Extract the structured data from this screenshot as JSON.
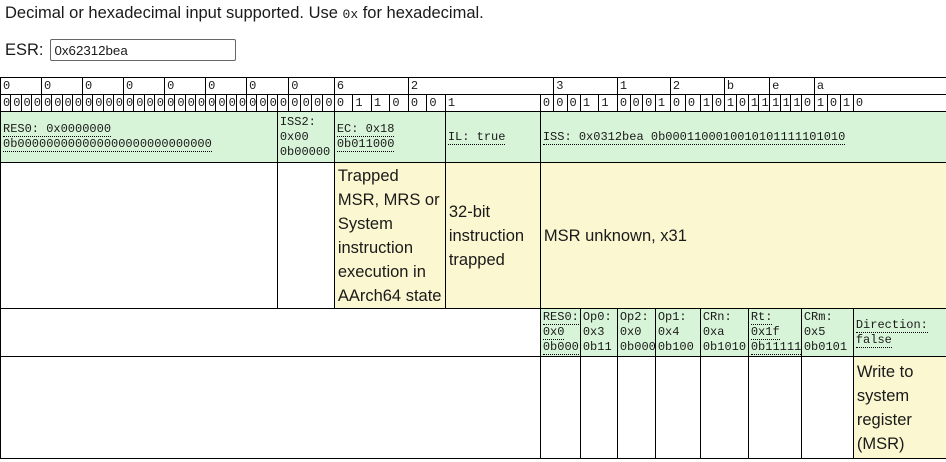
{
  "intro": {
    "prefix": "Decimal or hexadecimal input supported. Use ",
    "code": "0x",
    "suffix": " for hexadecimal."
  },
  "esr": {
    "label": "ESR:",
    "value": "0x62312bea"
  },
  "colors": {
    "field_bg": "#d8f4d8",
    "desc_bg": "#fbf7d0",
    "border": "#000000"
  },
  "table": {
    "hex_digits": [
      "0",
      "0",
      "0",
      "0",
      "0",
      "0",
      "0",
      "0",
      "6",
      "2",
      "3",
      "1",
      "2",
      "b",
      "e",
      "a"
    ],
    "bits": "0000000000000000000000000000000001100010001100010010101111101010",
    "col_groups": [
      {
        "n": 27,
        "w": 10.26
      },
      {
        "n": 5,
        "w": 11.4
      },
      {
        "n": 6,
        "w": 18.5
      },
      {
        "n": 1,
        "w": 95
      },
      {
        "n": 3,
        "w": 13.33
      },
      {
        "n": 2,
        "w": 18.5
      },
      {
        "n": 3,
        "w": 12.67
      },
      {
        "n": 3,
        "w": 15
      },
      {
        "n": 4,
        "w": 12
      },
      {
        "n": 5,
        "w": 10.6
      },
      {
        "n": 4,
        "w": 13
      },
      {
        "n": 1,
        "w": 93
      }
    ],
    "field_row": [
      {
        "key": "res0",
        "span": 27,
        "green": true,
        "underline": true,
        "lines": [
          "RES0: 0x0000000",
          "0b000000000000000000000000000"
        ]
      },
      {
        "key": "iss2",
        "span": 5,
        "green": true,
        "underline": false,
        "lines": [
          "ISS2:",
          "0x00",
          "0b00000"
        ]
      },
      {
        "key": "ec",
        "span": 6,
        "green": true,
        "underline": true,
        "lines": [
          "EC: 0x18",
          "0b011000"
        ]
      },
      {
        "key": "il",
        "span": 1,
        "green": true,
        "underline": true,
        "lines": [
          "IL: true"
        ]
      },
      {
        "key": "iss",
        "span": 25,
        "green": true,
        "underline": true,
        "lines": [
          "ISS: 0x0312bea 0b0001100010010101111101010"
        ]
      }
    ],
    "desc_row": [
      {
        "key": "pad-res0",
        "span": 27,
        "text": ""
      },
      {
        "key": "pad-iss2",
        "span": 5,
        "text": ""
      },
      {
        "key": "desc-ec",
        "span": 6,
        "bg": true,
        "text": "Trapped MSR, MRS or System instruction execution in AArch64 state"
      },
      {
        "key": "desc-il",
        "span": 1,
        "bg": true,
        "text": "32-bit instruction trapped"
      },
      {
        "key": "desc-iss",
        "span": 25,
        "bg": true,
        "text": "MSR unknown, x31"
      }
    ],
    "subfield_row": [
      {
        "key": "pad-left",
        "span": 39,
        "green": false,
        "lines": []
      },
      {
        "key": "iss-res0",
        "span": 3,
        "green": true,
        "underline": true,
        "lines": [
          "RES0:",
          "0x0",
          "0b000"
        ]
      },
      {
        "key": "op0",
        "span": 2,
        "green": true,
        "underline": false,
        "lines": [
          "Op0:",
          "0x3",
          "0b11"
        ]
      },
      {
        "key": "op2",
        "span": 3,
        "green": true,
        "underline": false,
        "lines": [
          "Op2:",
          "0x0",
          "0b000"
        ]
      },
      {
        "key": "op1",
        "span": 3,
        "green": true,
        "underline": false,
        "lines": [
          "Op1:",
          "0x4",
          "0b100"
        ]
      },
      {
        "key": "crn",
        "span": 4,
        "green": true,
        "underline": false,
        "lines": [
          "CRn:",
          "0xa",
          "0b1010"
        ]
      },
      {
        "key": "rt",
        "span": 5,
        "green": true,
        "underline": true,
        "lines": [
          "Rt:",
          "0x1f",
          "0b11111"
        ]
      },
      {
        "key": "crm",
        "span": 4,
        "green": true,
        "underline": false,
        "lines": [
          "CRm:",
          "0x5",
          "0b0101"
        ]
      },
      {
        "key": "direction",
        "span": 1,
        "green": true,
        "underline": true,
        "lines": [
          "Direction:",
          "false"
        ]
      }
    ],
    "subdesc_row": [
      {
        "key": "pad-left",
        "span": 39,
        "text": ""
      },
      {
        "key": "pad-res0",
        "span": 3,
        "text": ""
      },
      {
        "key": "pad-op0",
        "span": 2,
        "text": ""
      },
      {
        "key": "pad-op2",
        "span": 3,
        "text": ""
      },
      {
        "key": "pad-op1",
        "span": 3,
        "text": ""
      },
      {
        "key": "pad-crn",
        "span": 4,
        "text": ""
      },
      {
        "key": "pad-rt",
        "span": 5,
        "text": ""
      },
      {
        "key": "pad-crm",
        "span": 4,
        "text": ""
      },
      {
        "key": "desc-direction",
        "span": 1,
        "bg": true,
        "text": "Write to system register (MSR)"
      }
    ]
  }
}
